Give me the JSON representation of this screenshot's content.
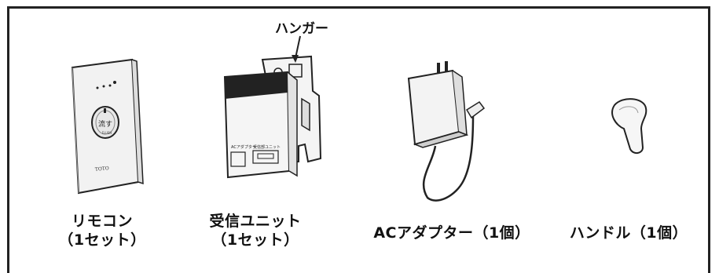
{
  "callout": "ハンガー",
  "items": [
    {
      "line1": "リモコン",
      "line2": "（1セット）"
    },
    {
      "line1": "受信ユニット",
      "line2": "（1セット）"
    },
    {
      "line1": "ACアダプター（1個）",
      "line2": ""
    },
    {
      "line1": "ハンドル（1個）",
      "line2": ""
    }
  ],
  "remote_text": {
    "brand": "TOTO",
    "button_text": "流す",
    "button_sub": "FLUSH"
  },
  "unit_labels": {
    "adapter": "ACアダプター",
    "receiver": "受信部ユニット"
  }
}
